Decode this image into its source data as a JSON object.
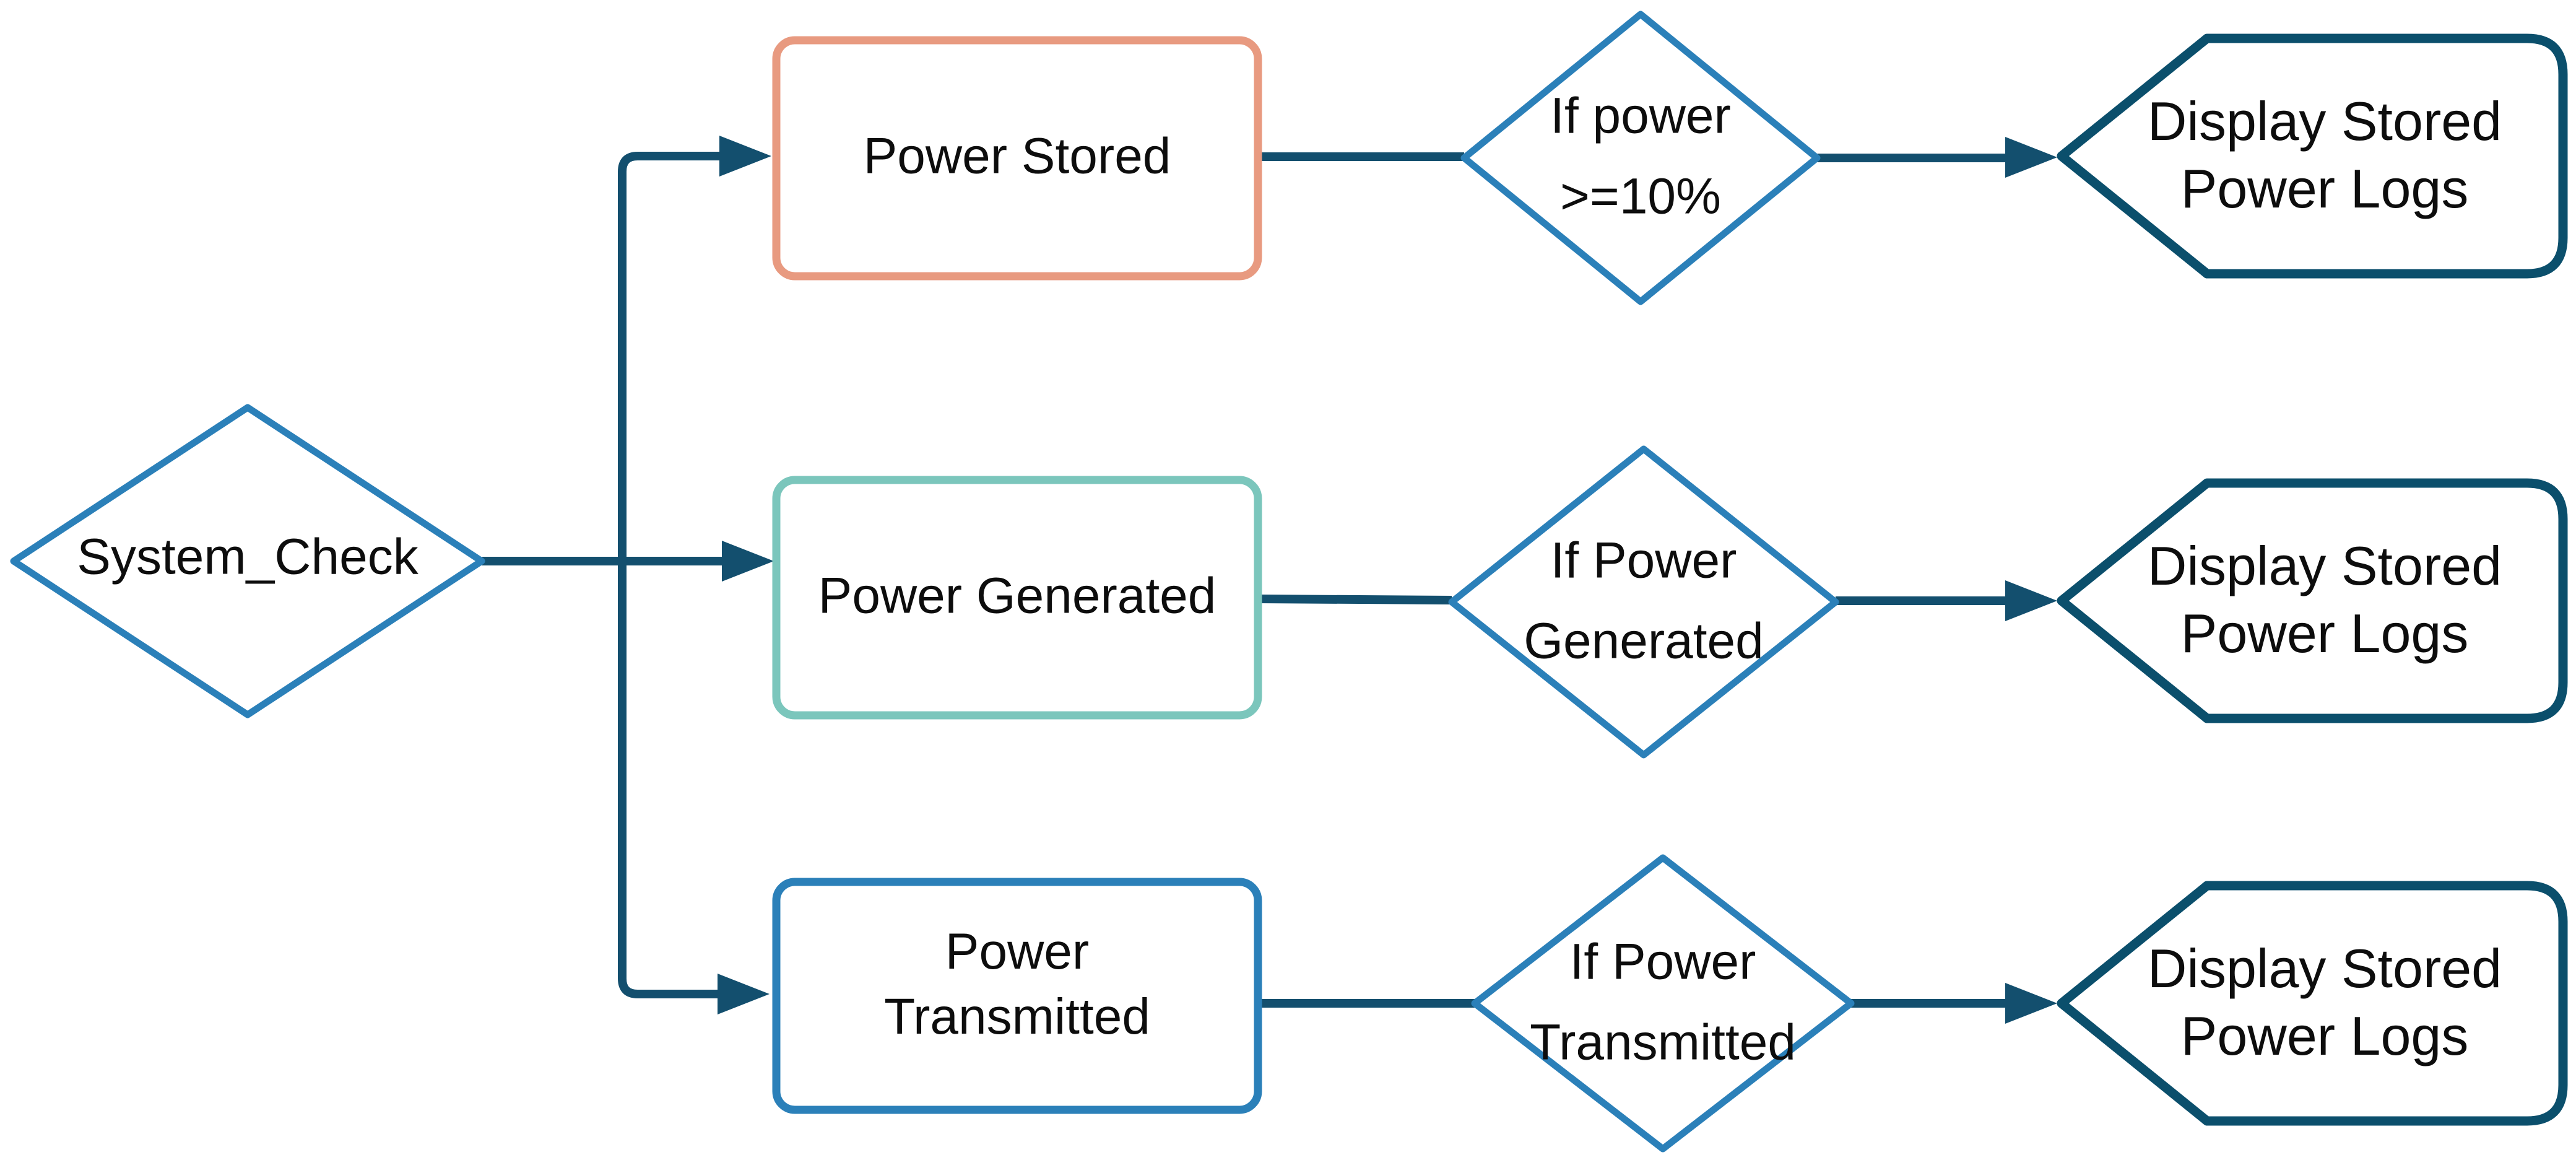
{
  "diagram": {
    "background": "#ffffff",
    "connector_color": "#134f6e",
    "text_color": "#0d0d0d",
    "start": {
      "shape": "decision-diamond",
      "label": "System_Check",
      "border_color": "#2b80b9"
    },
    "rows": [
      {
        "process": {
          "shape": "rounded-rectangle",
          "lines": [
            "Power Stored"
          ],
          "border_color": "#e89a80"
        },
        "decision": {
          "shape": "decision-diamond",
          "lines": [
            "If power",
            ">=10%"
          ],
          "border_color": "#2b80b9"
        },
        "display": {
          "shape": "display",
          "lines": [
            "Display Stored",
            "Power Logs"
          ],
          "border_color": "#0b4f6c"
        }
      },
      {
        "process": {
          "shape": "rounded-rectangle",
          "lines": [
            "Power Generated"
          ],
          "border_color": "#7bc6bc"
        },
        "decision": {
          "shape": "decision-diamond",
          "lines": [
            "If Power",
            "Generated"
          ],
          "border_color": "#2b80b9"
        },
        "display": {
          "shape": "display",
          "lines": [
            "Display Stored",
            "Power Logs"
          ],
          "border_color": "#0b4f6c"
        }
      },
      {
        "process": {
          "shape": "rounded-rectangle",
          "lines": [
            "Power",
            "Transmitted"
          ],
          "border_color": "#2b80b9"
        },
        "decision": {
          "shape": "decision-diamond",
          "lines": [
            "If Power",
            "Transmitted"
          ],
          "border_color": "#2b80b9"
        },
        "display": {
          "shape": "display",
          "lines": [
            "Display Stored",
            "Power Logs"
          ],
          "border_color": "#0b4f6c"
        }
      }
    ]
  }
}
